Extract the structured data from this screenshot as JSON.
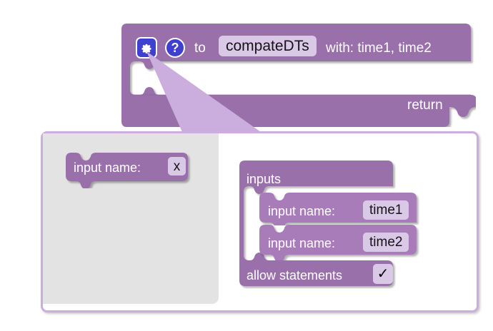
{
  "workspace": {
    "background": "#ffffff",
    "block_color": "#9a6fab",
    "block_color_light": "#a87cb8",
    "field_color": "#dac9e6",
    "icon_color": "#3f3fd0",
    "bubble_border": "#cbaede",
    "flyout_background": "#e3e3e3"
  },
  "procedure_block": {
    "name": "procedures-defreturn-block",
    "gear_icon": "gear-icon",
    "help_icon": "help-icon",
    "help_glyph": "?",
    "to_label": "to",
    "procedure_name": "compateDTs",
    "with_label": "with: time1, time2",
    "return_label": "return"
  },
  "mutator_bubble": {
    "name": "mutator-bubble",
    "flyout": {
      "palette_block": {
        "name": "input-name-palette-block",
        "label": "input name:",
        "value": "x"
      }
    },
    "workspace_blocks": {
      "container_block": {
        "name": "inputs-container-block",
        "title": "inputs",
        "allow_statements_label": "allow statements",
        "allow_statements_checked": true,
        "checkbox_glyph": "✓",
        "inputs": [
          {
            "label": "input name:",
            "value": "time1"
          },
          {
            "label": "input name:",
            "value": "time2"
          }
        ]
      }
    }
  }
}
